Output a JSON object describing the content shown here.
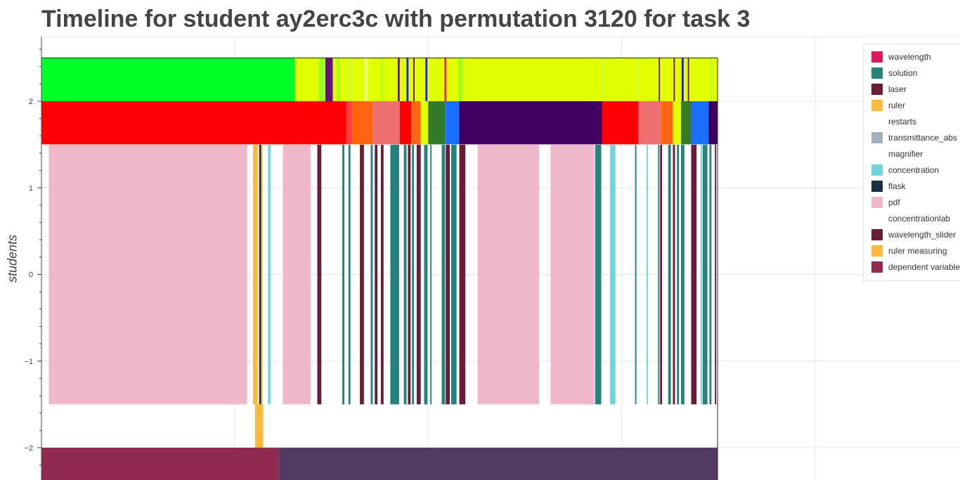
{
  "title": "Timeline for student ay2erc3c with permutation 3120 for task 3",
  "chart_data": {
    "type": "timeline",
    "title": "Timeline for student ay2erc3c with permutation 3120 for task 3",
    "xlabel": "",
    "ylabel": "students",
    "ylim": [
      -2.35,
      2.75
    ],
    "xlim": [
      0,
      1000
    ],
    "yticks": [
      {
        "value": 2,
        "label": "2"
      },
      {
        "value": 1,
        "label": "1"
      },
      {
        "value": 0,
        "label": "0"
      },
      {
        "value": -1,
        "label": "−1"
      },
      {
        "value": -2,
        "label": "−2"
      }
    ],
    "grid": true,
    "legend_position": "right",
    "legend": [
      {
        "name": "wavelength",
        "color": "#d81b60"
      },
      {
        "name": "solution",
        "color": "#26827d"
      },
      {
        "name": "laser",
        "color": "#6b1d34"
      },
      {
        "name": "ruler",
        "color": "#ffb93e"
      },
      {
        "name": "restarts",
        "color": "#ffffff"
      },
      {
        "name": "transmittance_abs",
        "color": "#a1afc1"
      },
      {
        "name": "magnifier",
        "color": "#ffffff"
      },
      {
        "name": "concentration",
        "color": "#74d3dc"
      },
      {
        "name": "flask",
        "color": "#1a2e44"
      },
      {
        "name": "pdf",
        "color": "#efb7c9"
      },
      {
        "name": "concentrationlab",
        "color": "#ffffff"
      },
      {
        "name": "wavelength_slider",
        "color": "#6b1d34"
      },
      {
        "name": "ruler measuring",
        "color": "#ffb93e"
      },
      {
        "name": "dependent variable",
        "color": "#932a52"
      }
    ],
    "rows": [
      {
        "name": "top-state",
        "y0": 2.0,
        "y1": 2.5,
        "segments": [
          {
            "x0": 0,
            "x1": 375,
            "color": "#00ff26"
          },
          {
            "x0": 375,
            "x1": 410,
            "color": "#e1ff00"
          },
          {
            "x0": 410,
            "x1": 420,
            "color": "#9dff20"
          },
          {
            "x0": 420,
            "x1": 431,
            "color": "#6b0f7d"
          },
          {
            "x0": 431,
            "x1": 437,
            "color": "#e1ff00"
          },
          {
            "x0": 437,
            "x1": 441,
            "color": "#9dff20"
          },
          {
            "x0": 441,
            "x1": 455,
            "color": "#e1ff00"
          },
          {
            "x0": 455,
            "x1": 459,
            "color": "#c8ff30"
          },
          {
            "x0": 459,
            "x1": 478,
            "color": "#e1ff00"
          },
          {
            "x0": 478,
            "x1": 482,
            "color": "#f7ff80"
          },
          {
            "x0": 482,
            "x1": 503,
            "color": "#e1ff00"
          },
          {
            "x0": 503,
            "x1": 505,
            "color": "#9dff20"
          },
          {
            "x0": 505,
            "x1": 527,
            "color": "#e1ff00"
          },
          {
            "x0": 527,
            "x1": 530,
            "color": "#6b0f7d"
          },
          {
            "x0": 530,
            "x1": 540,
            "color": "#e1ff00"
          },
          {
            "x0": 540,
            "x1": 543,
            "color": "#1a1aff"
          },
          {
            "x0": 543,
            "x1": 550,
            "color": "#e1ff00"
          },
          {
            "x0": 550,
            "x1": 552,
            "color": "#6b0f7d"
          },
          {
            "x0": 552,
            "x1": 568,
            "color": "#e1ff00"
          },
          {
            "x0": 568,
            "x1": 571,
            "color": "#1a1aff"
          },
          {
            "x0": 571,
            "x1": 596,
            "color": "#e1ff00"
          },
          {
            "x0": 596,
            "x1": 599,
            "color": "#ff1a1a"
          },
          {
            "x0": 599,
            "x1": 617,
            "color": "#e1ff00"
          },
          {
            "x0": 617,
            "x1": 623,
            "color": "#9dff20"
          },
          {
            "x0": 623,
            "x1": 829,
            "color": "#e1ff00"
          },
          {
            "x0": 829,
            "x1": 832,
            "color": "#c8ff30"
          },
          {
            "x0": 832,
            "x1": 880,
            "color": "#e1ff00"
          },
          {
            "x0": 880,
            "x1": 883,
            "color": "#c8ff30"
          },
          {
            "x0": 883,
            "x1": 913,
            "color": "#e1ff00"
          },
          {
            "x0": 913,
            "x1": 915,
            "color": "#6b0f7d"
          },
          {
            "x0": 915,
            "x1": 935,
            "color": "#e1ff00"
          },
          {
            "x0": 935,
            "x1": 937,
            "color": "#6b0f7d"
          },
          {
            "x0": 937,
            "x1": 947,
            "color": "#e1ff00"
          },
          {
            "x0": 947,
            "x1": 950,
            "color": "#1a1aff"
          },
          {
            "x0": 950,
            "x1": 956,
            "color": "#e1ff00"
          },
          {
            "x0": 956,
            "x1": 958,
            "color": "#6b0f7d"
          },
          {
            "x0": 958,
            "x1": 990,
            "color": "#e1ff00"
          },
          {
            "x0": 990,
            "x1": 992,
            "color": "#9dff20"
          },
          {
            "x0": 992,
            "x1": 1000,
            "color": "#e1ff00"
          }
        ]
      },
      {
        "name": "mid-state",
        "y0": 1.5,
        "y1": 2.0,
        "segments": [
          {
            "x0": 0,
            "x1": 451,
            "color": "#ff0005"
          },
          {
            "x0": 451,
            "x1": 459,
            "color": "#ff3d3d"
          },
          {
            "x0": 459,
            "x1": 490,
            "color": "#ff6410"
          },
          {
            "x0": 490,
            "x1": 530,
            "color": "#ed6f6f"
          },
          {
            "x0": 530,
            "x1": 547,
            "color": "#ff0005"
          },
          {
            "x0": 547,
            "x1": 561,
            "color": "#ff6410"
          },
          {
            "x0": 561,
            "x1": 572,
            "color": "#e1ff00"
          },
          {
            "x0": 572,
            "x1": 597,
            "color": "#357a26"
          },
          {
            "x0": 597,
            "x1": 618,
            "color": "#1a6fff"
          },
          {
            "x0": 618,
            "x1": 829,
            "color": "#400060"
          },
          {
            "x0": 829,
            "x1": 883,
            "color": "#ff0005"
          },
          {
            "x0": 883,
            "x1": 916,
            "color": "#ed6f6f"
          },
          {
            "x0": 916,
            "x1": 934,
            "color": "#ff6410"
          },
          {
            "x0": 934,
            "x1": 946,
            "color": "#e1ff00"
          },
          {
            "x0": 946,
            "x1": 961,
            "color": "#357a26"
          },
          {
            "x0": 961,
            "x1": 987,
            "color": "#1a6fff"
          },
          {
            "x0": 987,
            "x1": 1000,
            "color": "#400060"
          }
        ]
      },
      {
        "name": "actions",
        "y0": -1.5,
        "y1": 1.5,
        "segments": [
          {
            "x0": 11,
            "x1": 304,
            "color": "#efb7c9"
          },
          {
            "x0": 313,
            "x1": 320,
            "color": "#ffb93e"
          },
          {
            "x0": 322,
            "x1": 325,
            "color": "#1a2e44"
          },
          {
            "x0": 325,
            "x1": 327,
            "color": "#ffb93e"
          },
          {
            "x0": 335,
            "x1": 339,
            "color": "#74d3dc"
          },
          {
            "x0": 357,
            "x1": 398,
            "color": "#efb7c9"
          },
          {
            "x0": 408,
            "x1": 414,
            "color": "#6b1d34"
          },
          {
            "x0": 445,
            "x1": 448,
            "color": "#26827d"
          },
          {
            "x0": 454,
            "x1": 457,
            "color": "#26827d"
          },
          {
            "x0": 471,
            "x1": 477,
            "color": "#6b1d34"
          },
          {
            "x0": 487,
            "x1": 490,
            "color": "#26827d"
          },
          {
            "x0": 493,
            "x1": 497,
            "color": "#6b1d34"
          },
          {
            "x0": 502,
            "x1": 506,
            "color": "#6b1d34"
          },
          {
            "x0": 516,
            "x1": 529,
            "color": "#26827d"
          },
          {
            "x0": 536,
            "x1": 540,
            "color": "#26827d"
          },
          {
            "x0": 542,
            "x1": 546,
            "color": "#6b1d34"
          },
          {
            "x0": 548,
            "x1": 551,
            "color": "#26827d"
          },
          {
            "x0": 555,
            "x1": 561,
            "color": "#6b1d34"
          },
          {
            "x0": 566,
            "x1": 571,
            "color": "#26827d"
          },
          {
            "x0": 575,
            "x1": 577,
            "color": "#26827d"
          },
          {
            "x0": 592,
            "x1": 597,
            "color": "#26827d"
          },
          {
            "x0": 598,
            "x1": 604,
            "color": "#6b1d34"
          },
          {
            "x0": 606,
            "x1": 614,
            "color": "#26827d"
          },
          {
            "x0": 618,
            "x1": 627,
            "color": "#6b1d34"
          },
          {
            "x0": 645,
            "x1": 736,
            "color": "#efb7c9"
          },
          {
            "x0": 753,
            "x1": 818,
            "color": "#efb7c9"
          },
          {
            "x0": 819,
            "x1": 828,
            "color": "#26827d"
          },
          {
            "x0": 841,
            "x1": 849,
            "color": "#74d3dc"
          },
          {
            "x0": 878,
            "x1": 880,
            "color": "#26827d"
          },
          {
            "x0": 895,
            "x1": 897,
            "color": "#74d3dc"
          },
          {
            "x0": 912,
            "x1": 914,
            "color": "#26827d"
          },
          {
            "x0": 915,
            "x1": 918,
            "color": "#6b1d34"
          },
          {
            "x0": 927,
            "x1": 931,
            "color": "#26827d"
          },
          {
            "x0": 934,
            "x1": 937,
            "color": "#6b1d34"
          },
          {
            "x0": 940,
            "x1": 943,
            "color": "#26827d"
          },
          {
            "x0": 946,
            "x1": 951,
            "color": "#26827d"
          },
          {
            "x0": 961,
            "x1": 969,
            "color": "#6b1d34"
          },
          {
            "x0": 975,
            "x1": 977,
            "color": "#74d3dc"
          },
          {
            "x0": 978,
            "x1": 985,
            "color": "#26827d"
          },
          {
            "x0": 988,
            "x1": 991,
            "color": "#26827d"
          },
          {
            "x0": 996,
            "x1": 998,
            "color": "#6b1d34"
          }
        ]
      },
      {
        "name": "ruler-measuring",
        "y0": -2.0,
        "y1": -1.5,
        "segments": [
          {
            "x0": 316,
            "x1": 328,
            "color": "#ffb93e"
          }
        ]
      },
      {
        "name": "dependent-variable",
        "y0": -2.6,
        "y1": -2.0,
        "segments": [
          {
            "x0": 0,
            "x1": 351,
            "color": "#932a52"
          },
          {
            "x0": 351,
            "x1": 1000,
            "color": "#523a63"
          }
        ]
      }
    ]
  }
}
